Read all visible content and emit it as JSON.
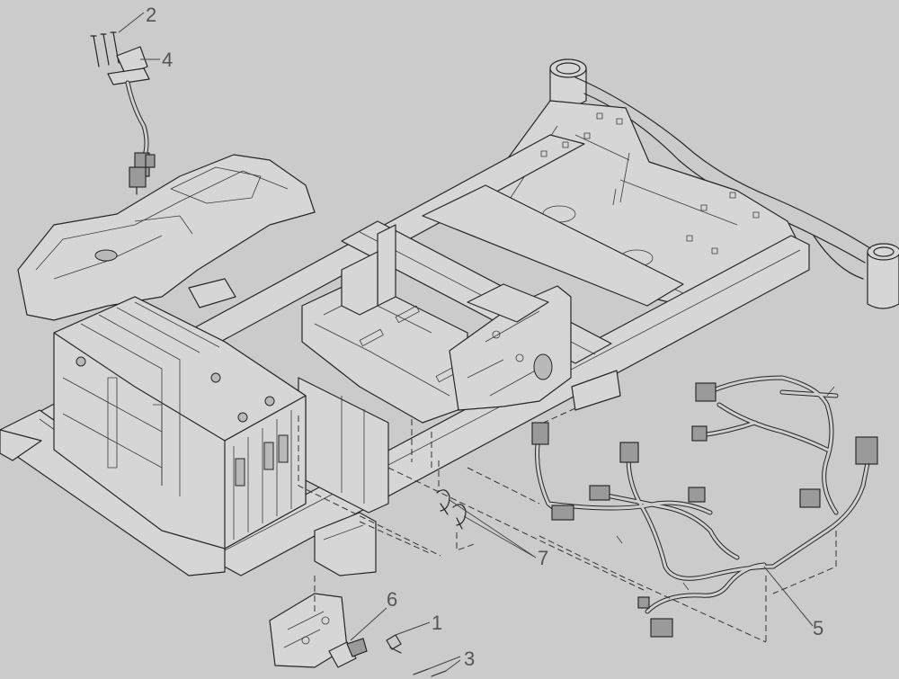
{
  "diagram": {
    "callouts": [
      {
        "id": "c1",
        "label": "1"
      },
      {
        "id": "c2",
        "label": "2"
      },
      {
        "id": "c3",
        "label": "3"
      },
      {
        "id": "c4",
        "label": "4"
      },
      {
        "id": "c5",
        "label": "5"
      },
      {
        "id": "c6",
        "label": "6"
      },
      {
        "id": "c7",
        "label": "7"
      }
    ],
    "colors": {
      "background": "#cbcbcb",
      "line": "#262626",
      "callout_text": "#555555"
    }
  }
}
